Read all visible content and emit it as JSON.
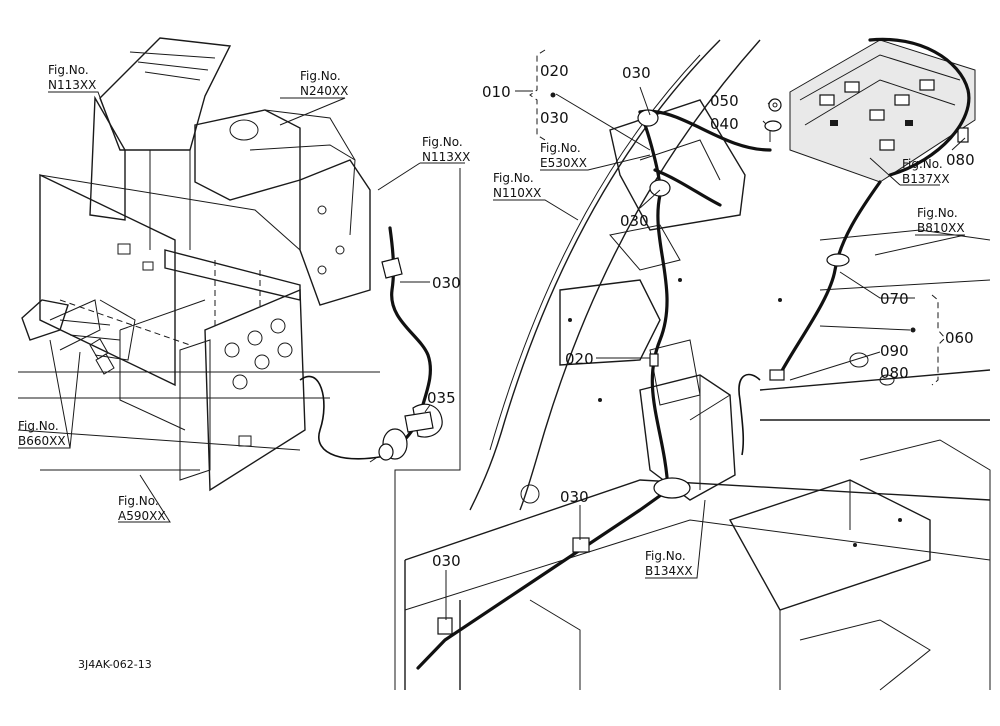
{
  "fig_prefix": "Fig.No.",
  "left_refs": {
    "n113_top": "N113XX",
    "n240": "N240XX",
    "n113_mid": "N113XX",
    "b660": "B660XX",
    "a590": "A590XX"
  },
  "right_refs": {
    "e530": "E530XX",
    "n110": "N110XX",
    "b137": "B137XX",
    "b810": "B810XX",
    "b134": "B134XX"
  },
  "parts": {
    "p010": "010",
    "p020": "020",
    "p030": "030",
    "p035": "035",
    "p040": "040",
    "p050": "050",
    "p060": "060",
    "p070": "070",
    "p080": "080",
    "p090": "090"
  },
  "diagram_code": "3J4AK-062-13",
  "line_color": "#1a1a1a",
  "background": "#ffffff"
}
